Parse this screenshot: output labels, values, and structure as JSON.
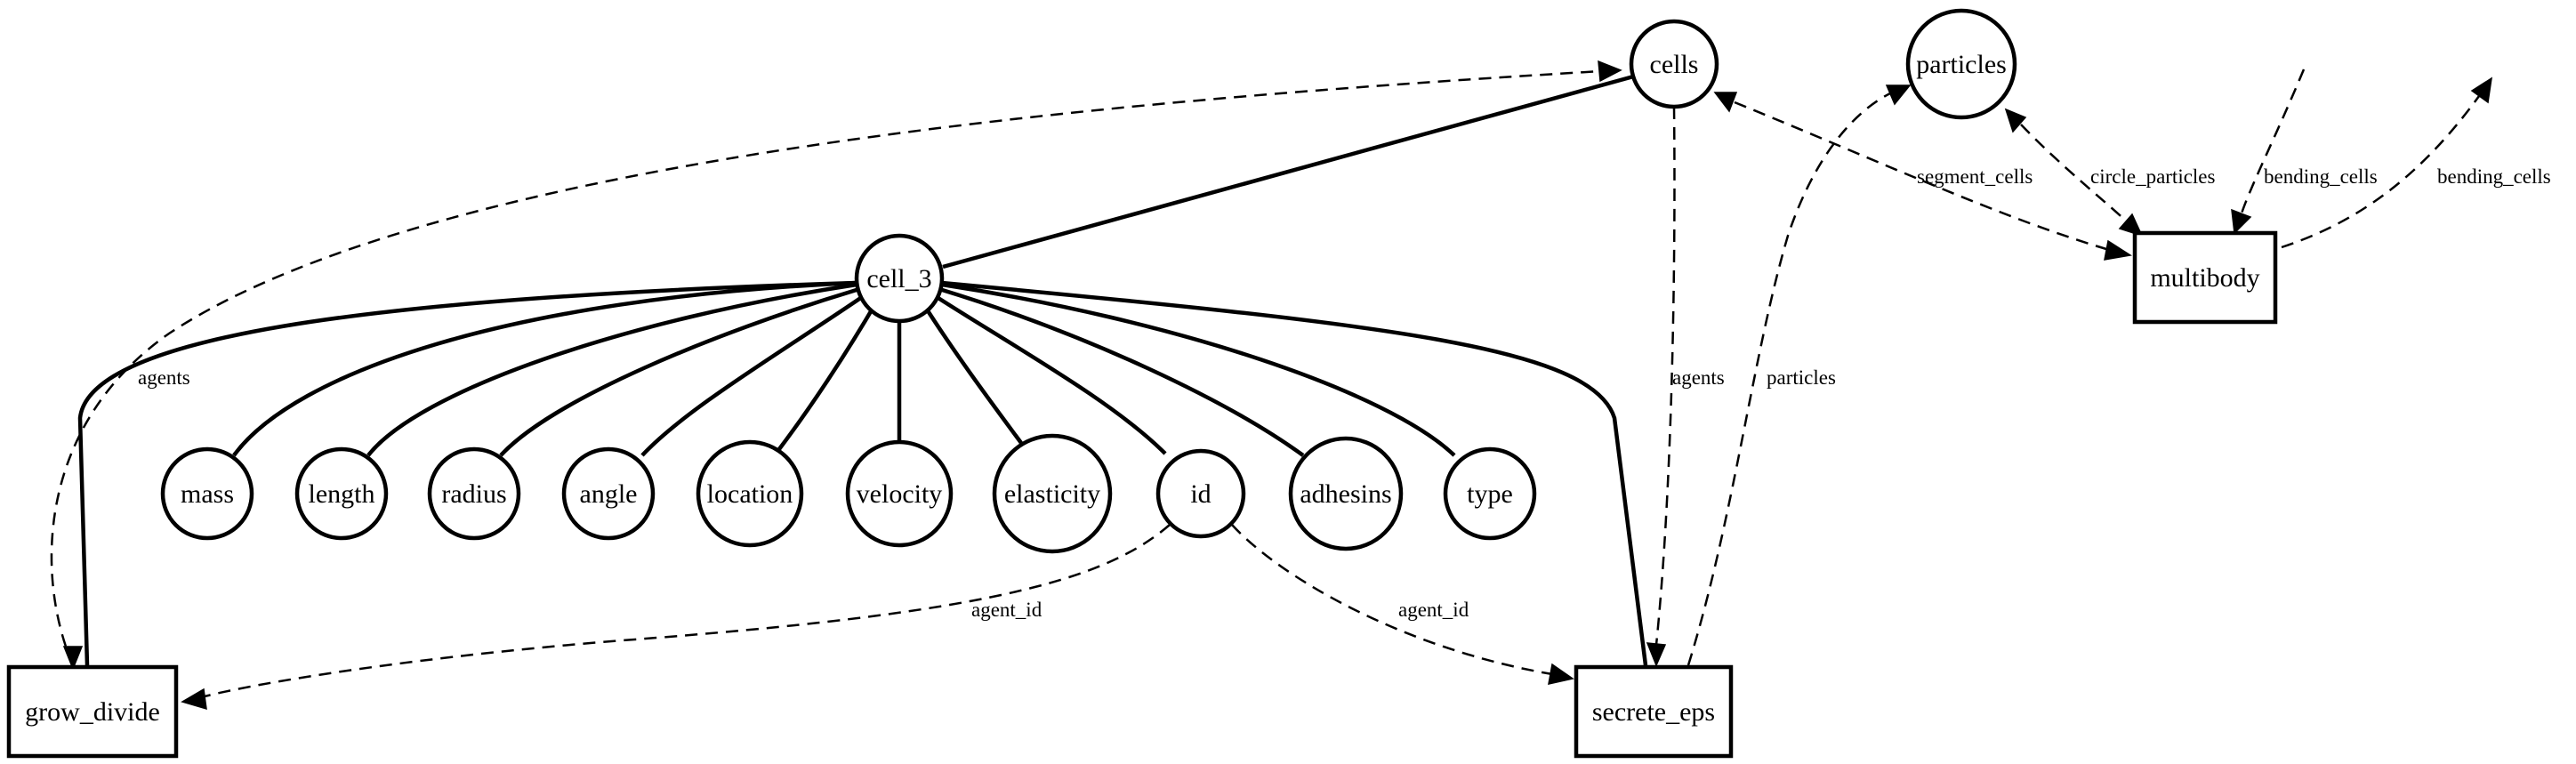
{
  "store_nodes": {
    "cells": "cells",
    "particles": "particles",
    "cell_3": "cell_3",
    "mass": "mass",
    "length": "length",
    "radius": "radius",
    "angle": "angle",
    "location": "location",
    "velocity": "velocity",
    "elasticity": "elasticity",
    "id": "id",
    "adhesins": "adhesins",
    "type": "type"
  },
  "process_nodes": {
    "multibody": "multibody",
    "grow_divide": "grow_divide",
    "secrete_eps": "secrete_eps"
  },
  "edge_labels": {
    "grow_divide_agents": "agents",
    "secrete_eps_agents": "agents",
    "secrete_eps_particles": "particles",
    "multibody_segment_cells": "segment_cells",
    "multibody_circle_particles": "circle_particles",
    "multibody_bending_cells_in": "bending_cells",
    "multibody_bending_cells_out": "bending_cells",
    "grow_divide_agent_id": "agent_id",
    "secrete_eps_agent_id": "agent_id"
  }
}
